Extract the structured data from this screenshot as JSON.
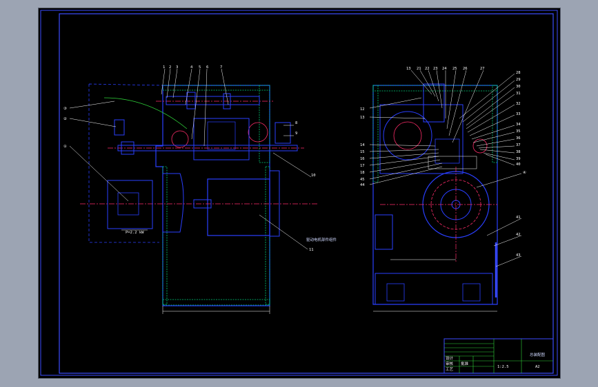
{
  "drawing": {
    "colors": {
      "background": "#000000",
      "frame": "#3b4cff",
      "outline": "#2a3fff",
      "hatch": "#00d07a",
      "centerline": "#ff2d6a",
      "leader": "#ffffff",
      "dim": "#ffffff",
      "curve": "#2fd43a"
    },
    "left_view": {
      "part_labels": [
        "1",
        "2",
        "3",
        "4",
        "5",
        "6",
        "7",
        "8",
        "9",
        "10",
        "11"
      ],
      "circled_labels": [
        "①",
        "②",
        "③"
      ],
      "annotation": "驱动电机部件组件",
      "note_small": "P=2.2 kW"
    },
    "right_view": {
      "part_labels_top": [
        "13",
        "21",
        "22",
        "23",
        "24",
        "25",
        "26",
        "27"
      ],
      "part_labels_left": [
        "12",
        "13",
        "14",
        "15",
        "16",
        "17",
        "18",
        "45",
        "44"
      ],
      "part_labels_right": [
        "28",
        "29",
        "30",
        "31",
        "32",
        "33",
        "34",
        "35",
        "36",
        "37",
        "38",
        "39",
        "40",
        "41",
        "42",
        "43"
      ],
      "circled_labels": [
        "④"
      ]
    },
    "title_block": {
      "drawing_name": "总装配图",
      "sheet": "A2",
      "scale": "1:2.5",
      "rows": [
        "设计",
        "审核",
        "工艺",
        "批准"
      ]
    }
  }
}
